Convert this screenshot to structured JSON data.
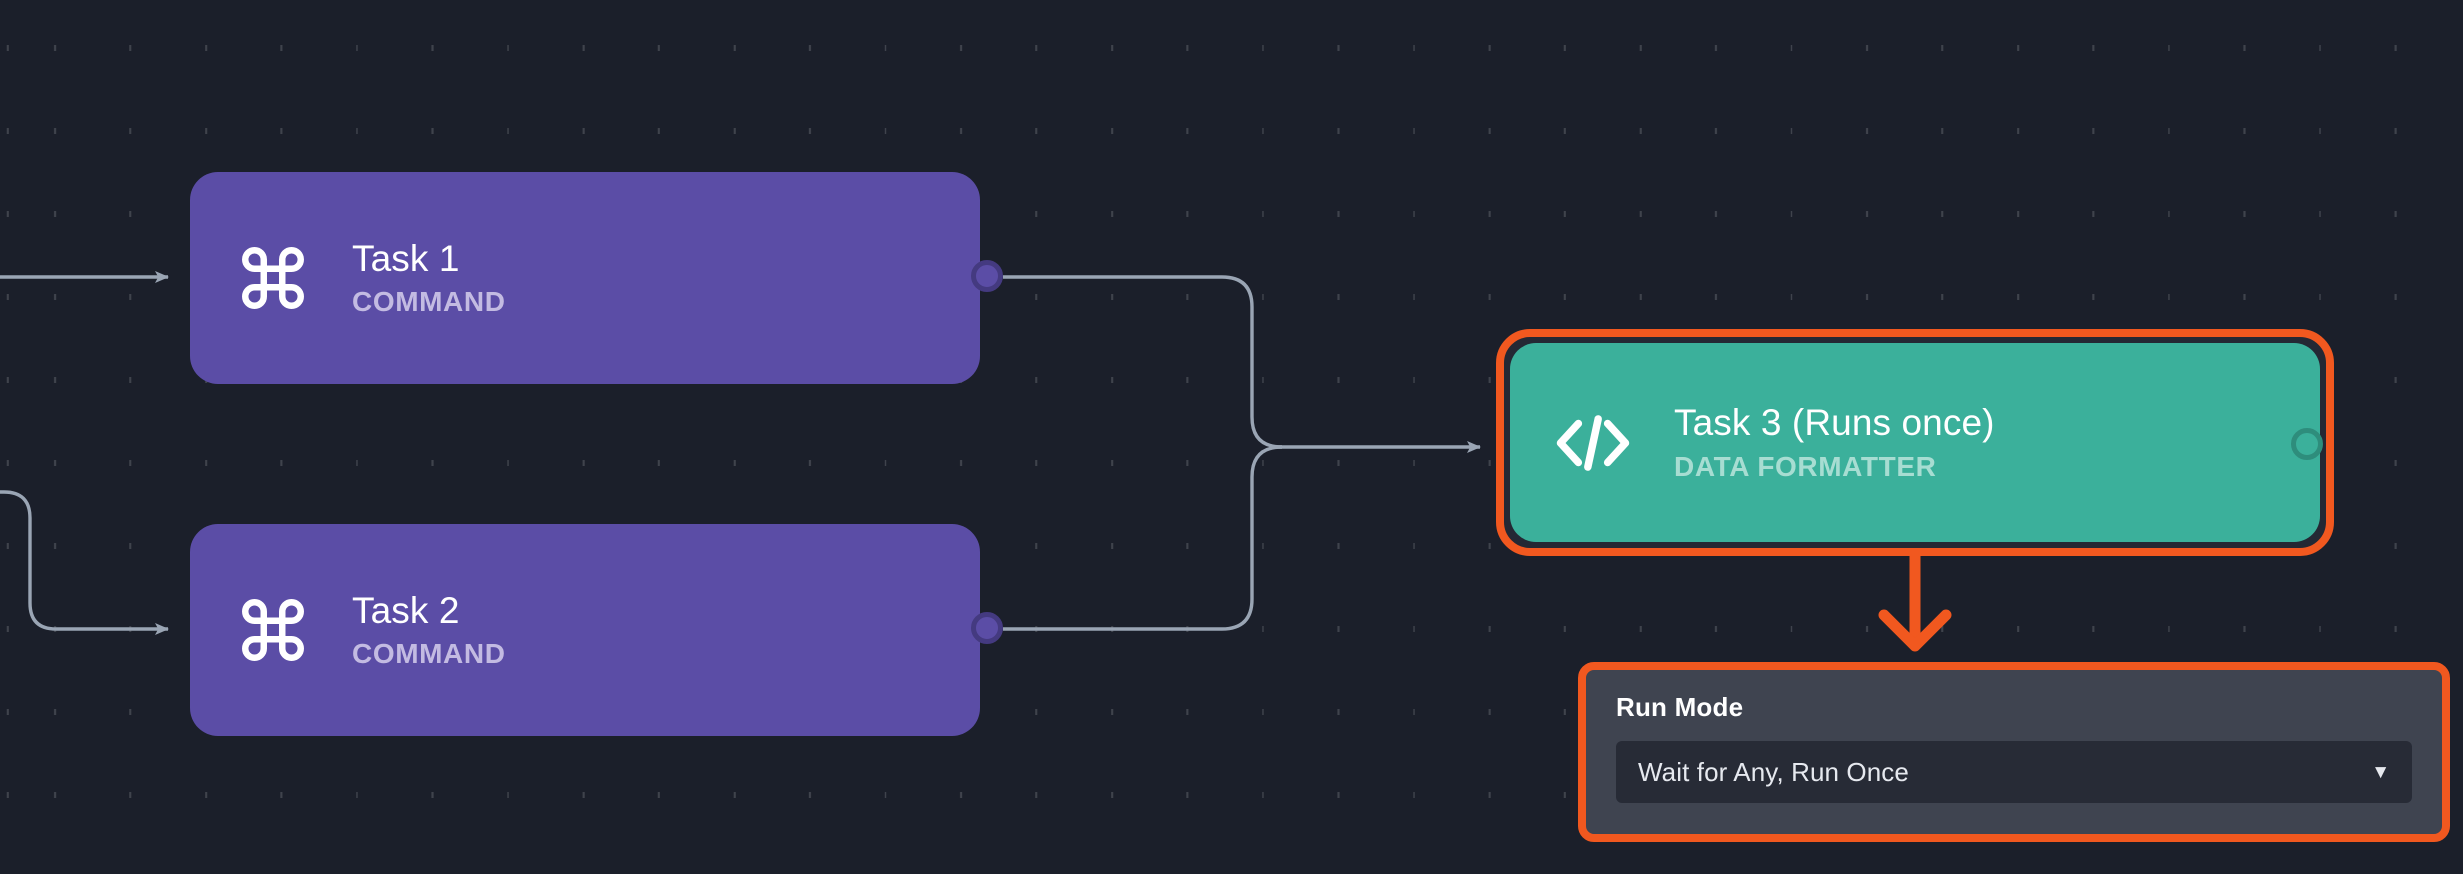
{
  "canvas": {
    "background_color": "#1b1f2a",
    "grid": "dash-grid"
  },
  "nodes": [
    {
      "id": "task1",
      "title": "Task 1",
      "subtitle": "COMMAND",
      "icon": "command-icon",
      "color": "#5b4da6",
      "selected": false
    },
    {
      "id": "task2",
      "title": "Task 2",
      "subtitle": "COMMAND",
      "icon": "command-icon",
      "color": "#5b4da6",
      "selected": false
    },
    {
      "id": "task3",
      "title": "Task 3 (Runs once)",
      "subtitle": "DATA FORMATTER",
      "icon": "code-brackets-icon",
      "color": "#3bb09b",
      "selected": true,
      "selection_color": "#f1581f"
    }
  ],
  "run_mode_panel": {
    "label": "Run Mode",
    "selected_value": "Wait for Any, Run Once",
    "chevron": "▼",
    "border_color": "#f1581f",
    "background_color": "#3f4450"
  },
  "edges": {
    "color": "#9aa5b4",
    "highlight_color": "#f1581f"
  }
}
